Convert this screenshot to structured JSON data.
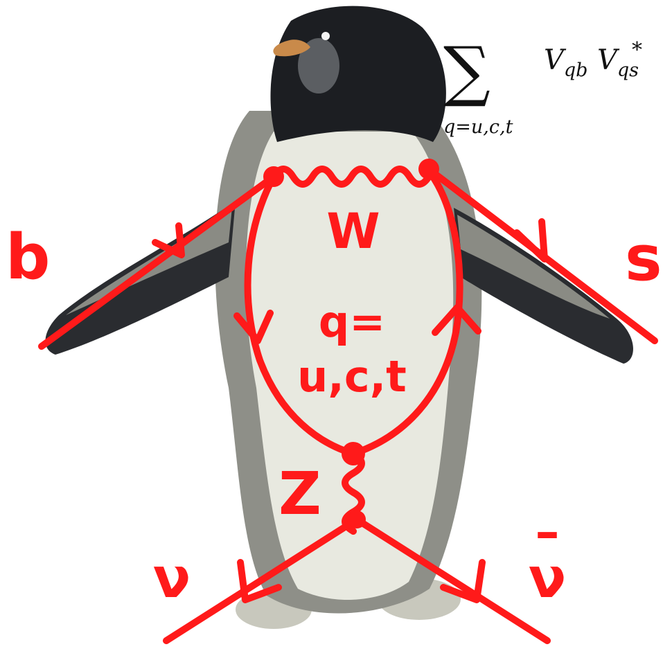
{
  "colors": {
    "line": "#ff1a1a",
    "label": "#ff1a1a",
    "background": "#ffffff",
    "penguin_dark": "#1c1e22",
    "penguin_grey": "#8a8c86",
    "penguin_belly": "#e9eae2",
    "penguin_beak": "#c98a4a",
    "penguin_feet": "#c9c9c0"
  },
  "formula": {
    "sum_symbol": "∑",
    "term_main": "V",
    "sub_1": "qb",
    "term_main_2": "V",
    "sub_2": "qs",
    "sup_2": "*",
    "limits": "q=u,c,t"
  },
  "labels": {
    "b": "b",
    "s": "s",
    "W": "W",
    "q_line1": "q=",
    "q_line2": "u,c,t",
    "Z": "Z",
    "nu": "ν",
    "nubar": "ν",
    "nubar_bar": "–"
  },
  "icons": {
    "background": "penguin-illustration"
  }
}
